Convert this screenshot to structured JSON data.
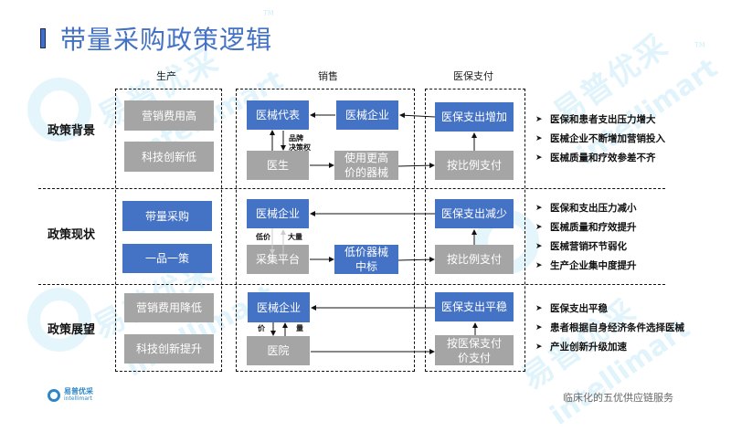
{
  "title": "带量采购政策逻辑",
  "columns": [
    "生产",
    "销售",
    "医保支付"
  ],
  "rows": [
    {
      "label": "政策背景",
      "production": [
        "营销费用高",
        "科技创新低"
      ],
      "sales": {
        "top_left": "医械代表",
        "top_right": "医械企业",
        "bottom_left": "医生",
        "bottom_right": "使用更高价的器械",
        "link_label": "品牌决策权",
        "link_label_lines": [
          "品牌",
          "决策权"
        ]
      },
      "payment": {
        "top": "医保支出增加",
        "bottom": "按比例支付"
      },
      "bullets": [
        "医保和患者支出压力增大",
        "医械企业不断增加营销投入",
        "医械质量和疗效参差不齐"
      ]
    },
    {
      "label": "政策现状",
      "production": [
        "带量采购",
        "一品一策"
      ],
      "sales": {
        "top_left": "医械企业",
        "bottom_left": "采集平台",
        "bottom_right": "低价器械中标",
        "link_label_left": "低价",
        "link_label_right": "大量"
      },
      "payment": {
        "top": "医保支出减少",
        "bottom": "按比例支付"
      },
      "bullets": [
        "医保和支出压力减小",
        "医械质量和疗效提升",
        "医械营销环节弱化",
        "生产企业集中度提升"
      ]
    },
    {
      "label": "政策展望",
      "production": [
        "营销费用降低",
        "科技创新提升"
      ],
      "sales": {
        "top_left": "医械企业",
        "bottom_left": "医院",
        "link_label_left": "价",
        "link_label_right": "量"
      },
      "payment": {
        "top": "医保支出平稳",
        "bottom": "按医保支付价支付"
      },
      "bullets": [
        "医保支出平稳",
        "患者根据自身经济条件选择医械",
        "产业创新升级加速"
      ]
    }
  ],
  "colors": {
    "accent_blue": "#4472c4",
    "box_gray": "#a5a5a5",
    "watermark": "#c9ecf8"
  },
  "watermark": {
    "cn": "易普优采",
    "en": "intellimart",
    "tm": "TM"
  },
  "footer": {
    "brand_cn": "易普优采",
    "brand_en": "intellimart",
    "slogan": "临床化的五优供应链服务"
  }
}
